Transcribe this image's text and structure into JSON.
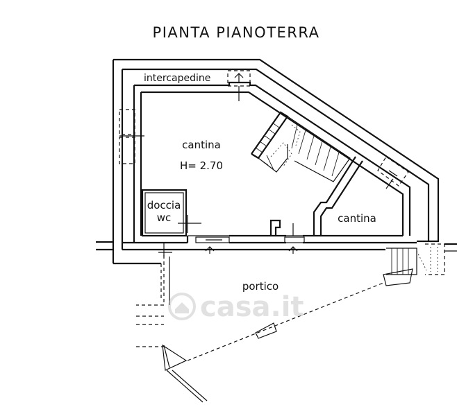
{
  "title": "PIANTA PIANOTERRA",
  "rooms": {
    "intercapedine": "intercapedine",
    "cantina_main": "cantina",
    "height_note": "H= 2.70",
    "doccia_line1": "doccia",
    "doccia_line2": "wc",
    "cantina_right": "cantina",
    "portico": "portico"
  },
  "watermark": "casa.it"
}
